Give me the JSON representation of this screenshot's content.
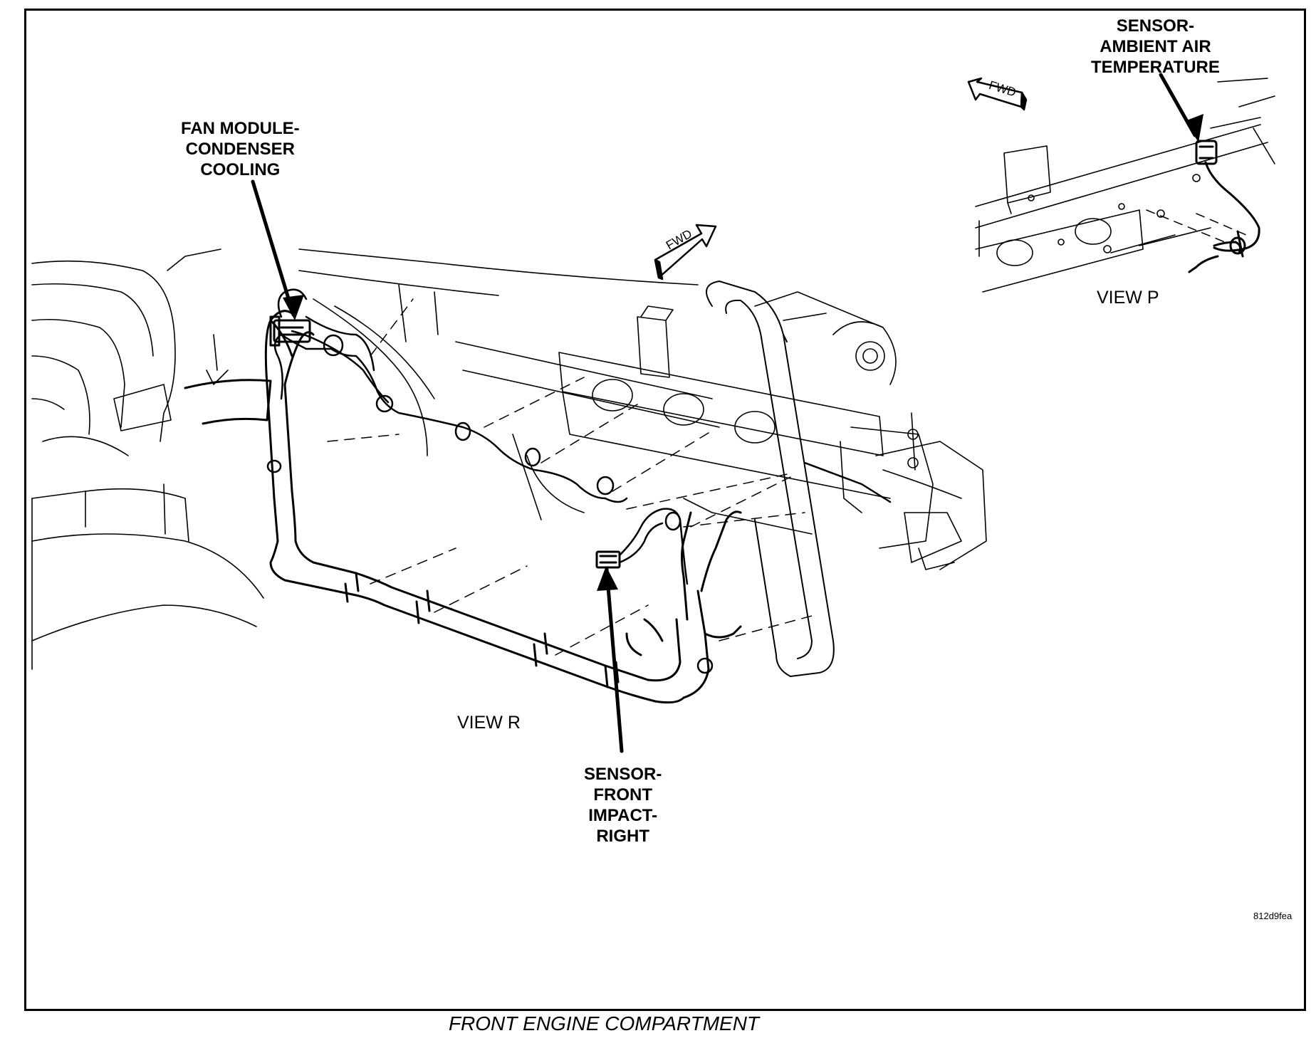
{
  "callouts": {
    "fan_module": [
      "FAN MODULE-",
      "CONDENSER",
      "COOLING"
    ],
    "ambient_sensor": [
      "SENSOR-",
      "AMBIENT AIR",
      "TEMPERATURE"
    ],
    "front_impact_sensor": [
      "SENSOR-",
      "FRONT",
      "IMPACT-",
      "RIGHT"
    ]
  },
  "views": {
    "view_r": "VIEW R",
    "view_p": "VIEW P"
  },
  "fwd_arrows": {
    "main": "FWD",
    "inset": "FWD"
  },
  "figure_id": "812d9fea",
  "caption": "FRONT ENGINE COMPARTMENT"
}
